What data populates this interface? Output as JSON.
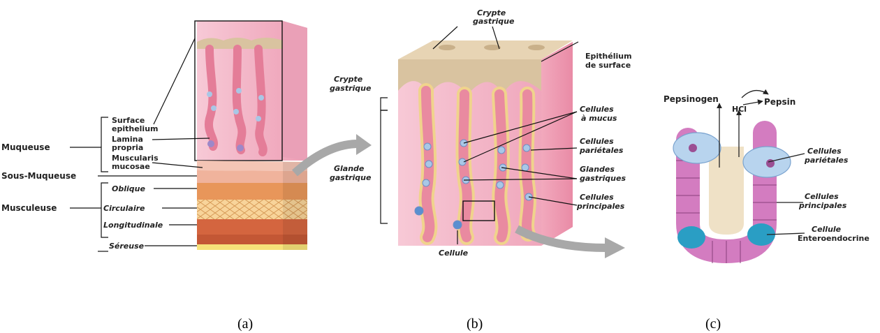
{
  "panel_a": {
    "left_labels": {
      "muqueuse": "Muqueuse",
      "sous_muqueuse": "Sous-Muqueuse",
      "musculeuse": "Musculeuse"
    },
    "bracket_labels": {
      "surface_epithelium": [
        "Surface",
        "epithelium"
      ],
      "lamina_propria": [
        "Lamina",
        "propria"
      ],
      "muscularis_mucosae": [
        "Muscularis",
        "mucosae"
      ],
      "oblique": "Oblique",
      "circulaire": "Circulaire",
      "longitudinale": "Longitudinale",
      "sereuse": "Séreuse"
    },
    "caption": "(a)"
  },
  "panel_b": {
    "crypte_top": [
      "Crypte",
      "gastrique"
    ],
    "crypte_side": [
      "Crypte",
      "gastrique"
    ],
    "glande": [
      "Glande",
      "gastrique"
    ],
    "epithelium": [
      "Epithélium",
      "de surface"
    ],
    "cellules_mucus": [
      "Cellules",
      "à mucus"
    ],
    "cellules_parietales": [
      "Cellules",
      "pariétales"
    ],
    "glandes_gastriques": [
      "Glandes",
      "gastriques"
    ],
    "cellules_principales": [
      "Cellules",
      "principales"
    ],
    "cellule": "Cellule",
    "caption": "(b)"
  },
  "panel_c": {
    "pepsinogen": "Pepsinogen",
    "hcl": "HCl",
    "pepsin": "Pepsin",
    "cellules_parietales": [
      "Cellules",
      "pariétales"
    ],
    "cellules_principales": [
      "Cellules",
      "principales"
    ],
    "cellule_entero": [
      "Cellule",
      "Enteroendocrine"
    ],
    "caption": "(c)"
  },
  "colors": {
    "pink_tissue": "#f3b6c7",
    "mucosa_tan": "#d9c3a0",
    "muscle_orange": "#e8965a",
    "muscle_red": "#d4653f",
    "serosa_yellow": "#f6e27a",
    "gland_pink": "#e98aa0",
    "cell_blue": "#a9c7e6",
    "entero_teal": "#2a9ec4",
    "arrow_gray": "#a8a8a8"
  }
}
